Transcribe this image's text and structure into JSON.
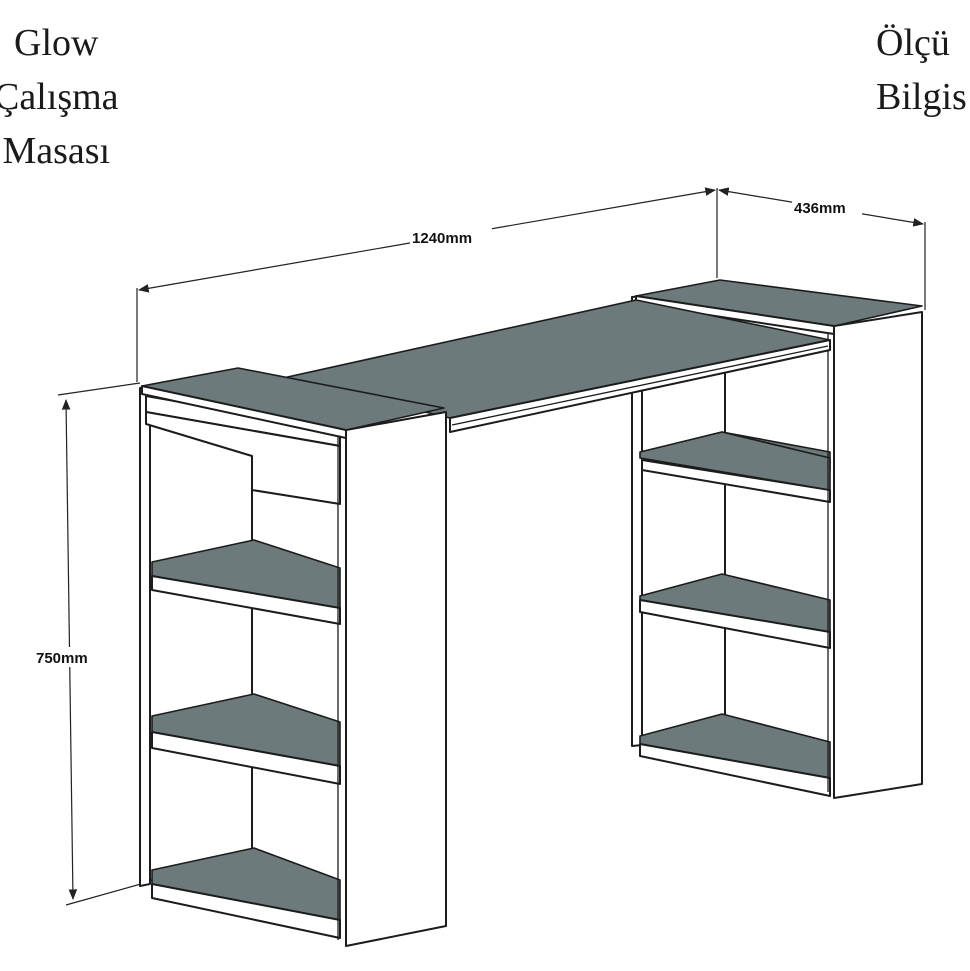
{
  "title_left": [
    "Glow",
    "Çalışma",
    "Masası"
  ],
  "title_right": [
    "Ölçü",
    "Bilgis"
  ],
  "dimensions": {
    "width": "1240mm",
    "depth": "436mm",
    "height": "750mm"
  },
  "colors": {
    "shelf_surface": "#6d7a7b",
    "panel": "#ffffff",
    "outline": "#1c1c1c"
  }
}
